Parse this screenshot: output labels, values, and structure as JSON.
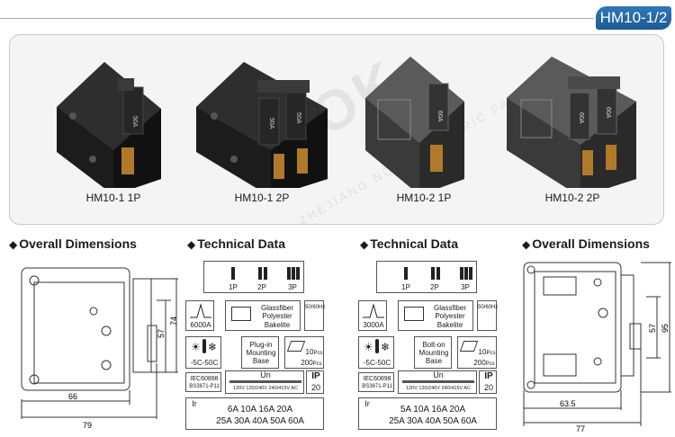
{
  "header": {
    "model_tab": "HM10-1/2"
  },
  "products": [
    {
      "label": "HM10-1 1P",
      "poles": 1,
      "rating": "50A"
    },
    {
      "label": "HM10-1 2P",
      "poles": 2,
      "rating": "50A"
    },
    {
      "label": "HM10-2 1P",
      "poles": 1,
      "rating": "60A"
    },
    {
      "label": "HM10-2 2P",
      "poles": 2,
      "rating": "60A"
    }
  ],
  "watermark": {
    "main": "NQOK",
    "sub": "ZHEJIANG NQOK ELECTRIC FACTORY"
  },
  "sections": {
    "left_dimensions": "Overall Dimensions",
    "tech_left": "Technical Data",
    "tech_right": "Technical Data",
    "right_dimensions": "Overall Dimensions"
  },
  "dimensions_left": {
    "width_inner": "66",
    "width_outer": "79",
    "height_inner": "57",
    "height_outer": "74"
  },
  "dimensions_right": {
    "width_inner": "63.5",
    "width_outer": "77",
    "height_inner": "57",
    "height_outer": "95"
  },
  "tech_left": {
    "poles": [
      "1P",
      "2P",
      "3P"
    ],
    "breaking_capacity": "6000A",
    "material": "Glassfiber Polyester",
    "material2": "Bakelite",
    "frequency": "50/60Hz",
    "temperature": "-5C-50C",
    "mounting": "Plug-in Mounting Base",
    "pack_small": "10",
    "pack_large": "200",
    "pcs": "Pcs",
    "standard1": "IEC60898",
    "standard2": "BS3871-P11",
    "un_label": "Un",
    "voltages": "120V 120/240V 240/415V AC",
    "ip_label": "IP",
    "ip_value": "20",
    "ir_label": "Ir",
    "currents_row1": "6A 10A 16A 20A",
    "currents_row2": "25A 30A 40A 50A 60A"
  },
  "tech_right": {
    "poles": [
      "1P",
      "2P",
      "3P"
    ],
    "breaking_capacity": "3000A",
    "material": "Glassfiber Polyester",
    "material2": "Bakelite",
    "frequency": "50/60Hz",
    "temperature": "-5C-50C",
    "mounting": "Bolt-on Mounting Base",
    "pack_small": "10",
    "pack_large": "200",
    "pcs": "Pcs",
    "standard1": "IEC60898",
    "standard2": "BS3871-P11",
    "un_label": "Un",
    "voltages": "120V 120/240V 240/415V AC",
    "ip_label": "IP",
    "ip_value": "20",
    "ir_label": "Ir",
    "currents_row1": "5A 10A 16A 20A",
    "currents_row2": "25A 30A 40A 50A 60A"
  }
}
